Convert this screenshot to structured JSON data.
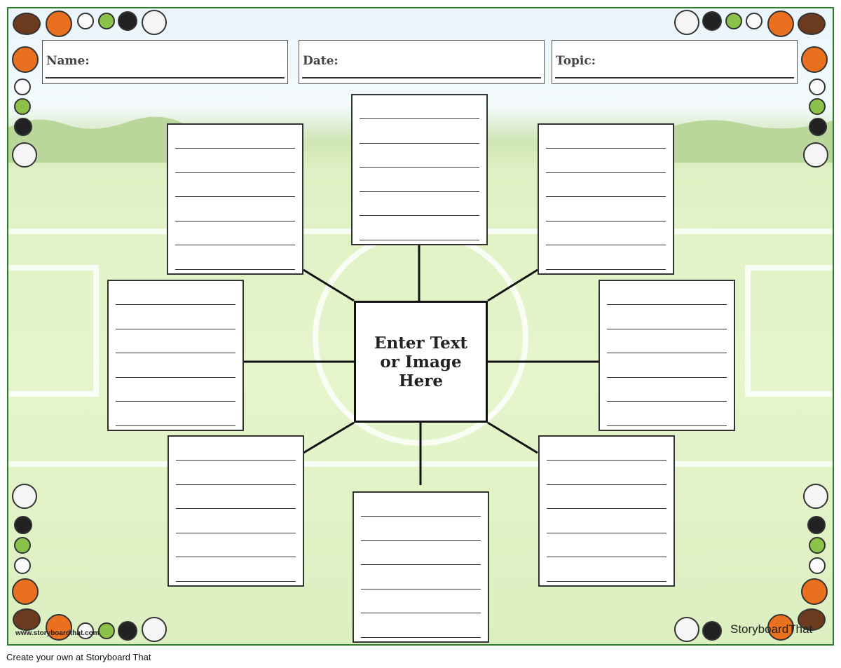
{
  "header": {
    "name_label": "Name:",
    "date_label": "Date:",
    "topic_label": "Topic:"
  },
  "center": {
    "text": "Enter Text or Image Here"
  },
  "watermark": "www.storyboardthat.com",
  "logo": "StoryboardThat",
  "footer": "Create your own at Storyboard That",
  "colors": {
    "border": "#2e7d2e",
    "field": "#dff1c4",
    "sky": "#eaf5fb"
  }
}
